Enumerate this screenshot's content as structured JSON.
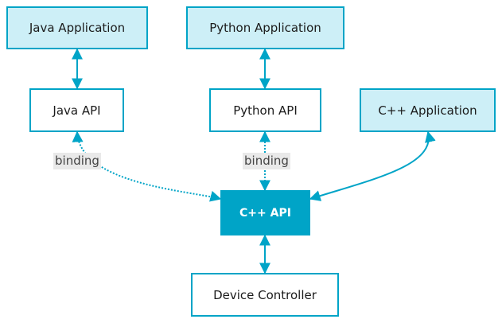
{
  "nodes": {
    "java_app": "Java Application",
    "python_app": "Python Application",
    "java_api": "Java API",
    "python_api": "Python API",
    "cpp_app": "C++ Application",
    "cpp_api": "C++ API",
    "device_controller": "Device Controller"
  },
  "edge_labels": {
    "java_binding": "binding",
    "python_binding": "binding"
  },
  "colors": {
    "accent": "#00a4c7",
    "app_fill": "#cdeff7",
    "label_bg": "#e9e9e9"
  }
}
